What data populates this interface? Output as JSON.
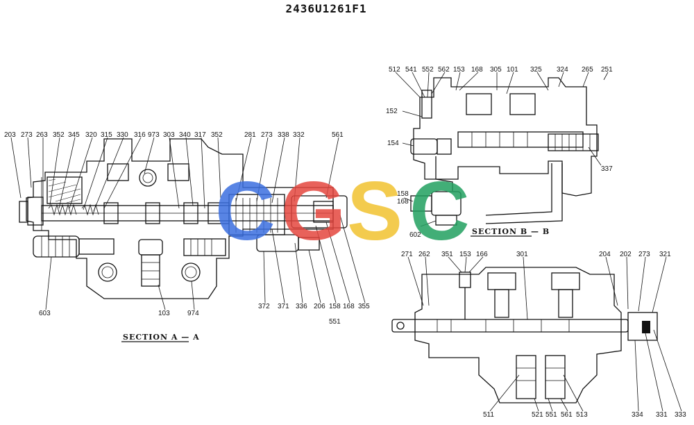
{
  "drawing_number": "2436U1261F1",
  "watermark": {
    "letters": [
      "C",
      "G",
      "S",
      "C"
    ],
    "colors": [
      "#3b6fe0",
      "#e4473f",
      "#f2c230",
      "#22a060"
    ]
  },
  "section_labels": {
    "a": "SECTION  A — A",
    "b": "SECTION  B — B"
  },
  "callouts": {
    "a_top": [
      "203",
      "273",
      "263",
      "352",
      "345",
      "320",
      "315",
      "330",
      "316",
      "973",
      "303",
      "340",
      "317",
      "352",
      "281",
      "273",
      "338",
      "332",
      "561"
    ],
    "a_bottom": [
      "603",
      "103",
      "974",
      "372",
      "371",
      "336",
      "206",
      "158",
      "168",
      "355",
      "551"
    ],
    "b_top": [
      "512",
      "541",
      "552",
      "562",
      "153",
      "168",
      "305",
      "101",
      "325",
      "324",
      "265",
      "251"
    ],
    "b_side": [
      "152",
      "154",
      "158",
      "168",
      "602",
      "337"
    ],
    "c_top": [
      "271",
      "262",
      "351",
      "153",
      "166",
      "301",
      "204",
      "202",
      "273",
      "321"
    ],
    "c_bottom": [
      "511",
      "521",
      "551",
      "561",
      "513",
      "334",
      "331",
      "333"
    ]
  }
}
